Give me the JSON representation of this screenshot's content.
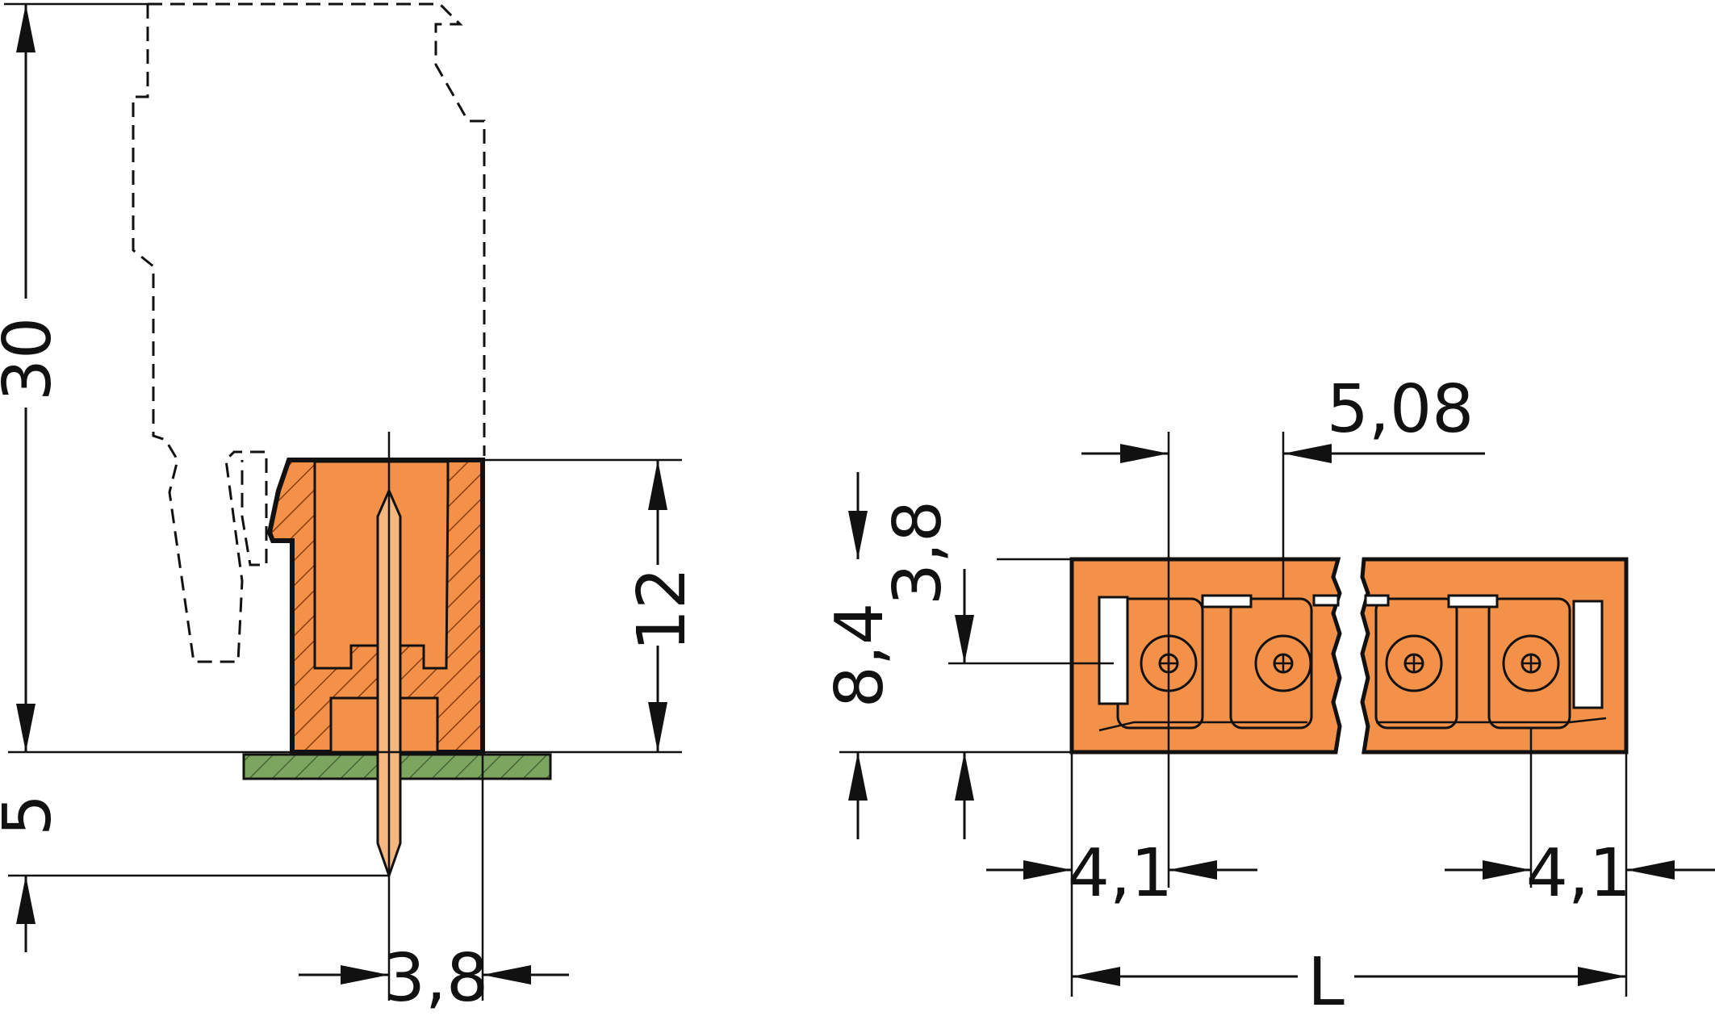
{
  "dimensions": {
    "height_total": "30",
    "height_body": "12",
    "pin_depth": "5",
    "side_width": "3,8",
    "pitch": "5,08",
    "front_height": "8,4",
    "front_offset": "3,8",
    "edge_left": "4,1",
    "edge_right": "4,1",
    "length": "L"
  },
  "colors": {
    "housing": "#F39148",
    "pin": "#F5B77E",
    "pcb": "#7CA560",
    "line": "#111111"
  }
}
